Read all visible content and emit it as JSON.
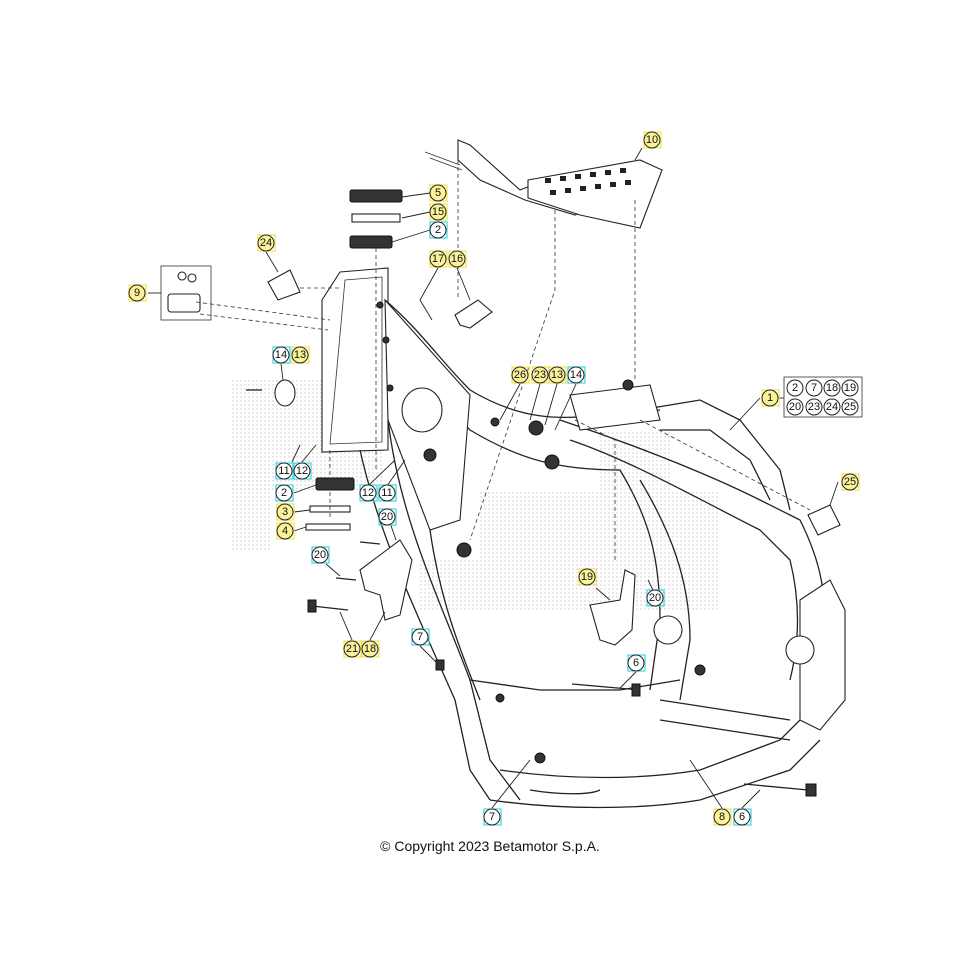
{
  "diagram": {
    "copyright": "© Copyright 2023 Betamotor S.p.A.",
    "callouts": [
      {
        "id": "c10",
        "label": "10",
        "hl": "yellow"
      },
      {
        "id": "c5",
        "label": "5",
        "hl": "yellow"
      },
      {
        "id": "c15",
        "label": "15",
        "hl": "yellow"
      },
      {
        "id": "c2a",
        "label": "2",
        "hl": "cyan"
      },
      {
        "id": "c24",
        "label": "24",
        "hl": "yellow"
      },
      {
        "id": "c17",
        "label": "17",
        "hl": "yellow"
      },
      {
        "id": "c16",
        "label": "16",
        "hl": "yellow"
      },
      {
        "id": "c9",
        "label": "9",
        "hl": "yellow"
      },
      {
        "id": "c14a",
        "label": "14",
        "hl": "cyan"
      },
      {
        "id": "c13a",
        "label": "13",
        "hl": "yellow"
      },
      {
        "id": "c26",
        "label": "26",
        "hl": "yellow"
      },
      {
        "id": "c23",
        "label": "23",
        "hl": "yellow"
      },
      {
        "id": "c13b",
        "label": "13",
        "hl": "yellow"
      },
      {
        "id": "c14b",
        "label": "14",
        "hl": "cyan"
      },
      {
        "id": "c1",
        "label": "1",
        "hl": "yellow"
      },
      {
        "id": "c11a",
        "label": "11",
        "hl": "cyan"
      },
      {
        "id": "c12a",
        "label": "12",
        "hl": "cyan"
      },
      {
        "id": "c2b",
        "label": "2",
        "hl": "cyan"
      },
      {
        "id": "c12b",
        "label": "12",
        "hl": "cyan"
      },
      {
        "id": "c11b",
        "label": "11",
        "hl": "cyan"
      },
      {
        "id": "c3",
        "label": "3",
        "hl": "yellow"
      },
      {
        "id": "c20a",
        "label": "20",
        "hl": "cyan"
      },
      {
        "id": "c4",
        "label": "4",
        "hl": "yellow"
      },
      {
        "id": "c25",
        "label": "25",
        "hl": "yellow"
      },
      {
        "id": "c20b",
        "label": "20",
        "hl": "cyan"
      },
      {
        "id": "c19",
        "label": "19",
        "hl": "yellow"
      },
      {
        "id": "c20c",
        "label": "20",
        "hl": "cyan"
      },
      {
        "id": "c7a",
        "label": "7",
        "hl": "cyan"
      },
      {
        "id": "c21",
        "label": "21",
        "hl": "yellow"
      },
      {
        "id": "c18",
        "label": "18",
        "hl": "yellow"
      },
      {
        "id": "c6a",
        "label": "6",
        "hl": "cyan"
      },
      {
        "id": "c7b",
        "label": "7",
        "hl": "cyan"
      },
      {
        "id": "c8",
        "label": "8",
        "hl": "yellow"
      },
      {
        "id": "c6b",
        "label": "6",
        "hl": "cyan"
      }
    ],
    "kit_table": {
      "row1": [
        "2",
        "7",
        "18",
        "19"
      ],
      "row2": [
        "20",
        "23",
        "24",
        "25"
      ]
    }
  }
}
